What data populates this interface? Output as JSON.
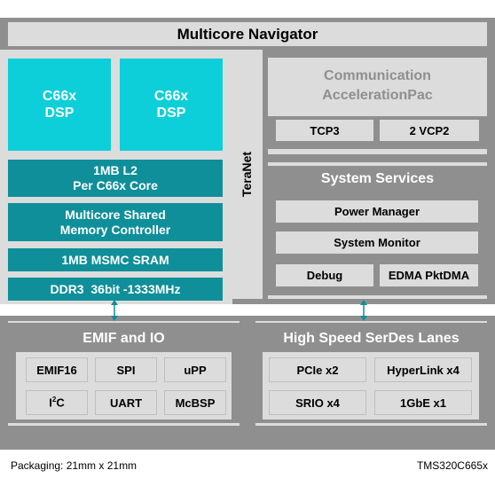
{
  "header": {
    "title": "Multicore Navigator"
  },
  "core": {
    "dsp_left": "C66x\nDSP",
    "dsp_right": "C66x\nDSP",
    "l2": "1MB L2\nPer C66x Core",
    "msmc_controller": "Multicore Shared\nMemory Controller",
    "msmc_sram": "1MB MSMC SRAM",
    "ddr": "DDR3  36bit -1333MHz"
  },
  "teranet": {
    "label": "TeraNet"
  },
  "comm": {
    "title": "Communication\nAccelerationPac",
    "items": [
      "TCP3",
      "2 VCP2"
    ]
  },
  "system": {
    "title": "System Services",
    "items": [
      "Power Manager",
      "System Monitor"
    ],
    "bottom_items": [
      "Debug",
      "EDMA PktDMA"
    ]
  },
  "emif": {
    "title": "EMIF and IO",
    "row1": [
      "EMIF16",
      "SPI",
      "uPP"
    ],
    "i2c_main": "I",
    "i2c_sup": "2",
    "i2c_tail": "C",
    "row2": [
      "UART",
      "McBSP"
    ]
  },
  "serdes": {
    "title": "High Speed SerDes Lanes",
    "items": [
      "PCIe x2",
      "HyperLink x4",
      "SRIO x4",
      "1GbE x1"
    ]
  },
  "footer": {
    "packaging": "Packaging: 21mm x 21mm",
    "part": "TMS320C665x"
  },
  "colors": {
    "frame_gray": "#8f8f8f",
    "box_light": "#dcdcdc",
    "dsp_cyan": "#0ccfd9",
    "core_teal": "#0f8f99"
  }
}
